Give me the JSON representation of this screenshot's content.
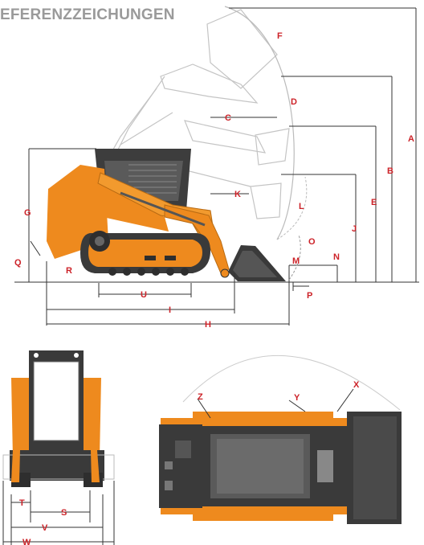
{
  "title": "EFERENZZEICHUNGEN",
  "colors": {
    "accent": "#cc2228",
    "machine": "#ee8a1e",
    "dark": "#3a3a3a",
    "ghost": "#bdbdbd",
    "dimline": "#333333"
  },
  "labels": {
    "A": "A",
    "B": "B",
    "C": "C",
    "D": "D",
    "E": "E",
    "F": "F",
    "G": "G",
    "H": "H",
    "I": "I",
    "J": "J",
    "K": "K",
    "L": "L",
    "M": "M",
    "N": "N",
    "O": "O",
    "P": "P",
    "Q": "Q",
    "R": "R",
    "U": "U",
    "T": "T",
    "S": "S",
    "V": "V",
    "W": "W",
    "X": "X",
    "Y": "Y",
    "Z": "Z"
  }
}
